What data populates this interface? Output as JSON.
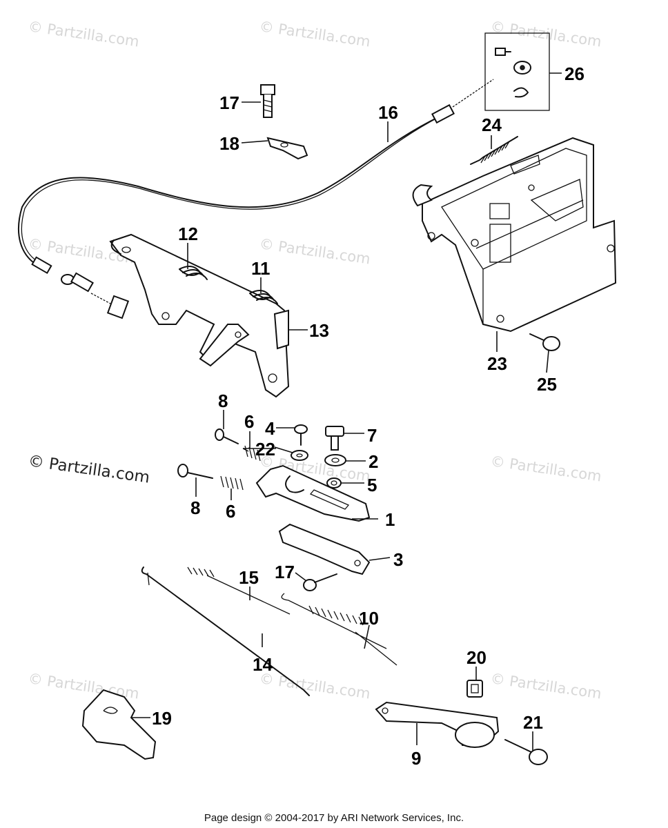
{
  "watermark": "© Partzilla.com",
  "footer": "Page design © 2004-2017 by ARI Network Services, Inc.",
  "callouts": {
    "c1": "1",
    "c2": "2",
    "c3": "3",
    "c4": "4",
    "c5": "5",
    "c6a": "6",
    "c6b": "6",
    "c7": "7",
    "c8a": "8",
    "c8b": "8",
    "c9": "9",
    "c10": "10",
    "c11": "11",
    "c12": "12",
    "c13": "13",
    "c14": "14",
    "c15": "15",
    "c16": "16",
    "c17a": "17",
    "c17b": "17",
    "c18": "18",
    "c19": "19",
    "c20": "20",
    "c21": "21",
    "c22": "22",
    "c23": "23",
    "c24": "24",
    "c25": "25",
    "c26": "26"
  }
}
